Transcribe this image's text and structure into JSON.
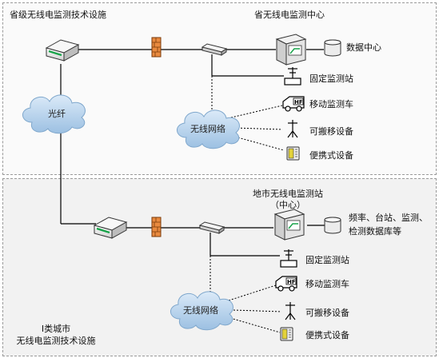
{
  "top": {
    "facility_title": "省级无线电监测技术设施",
    "center_title": "省无线电监测中心",
    "data_center": "数据中心",
    "fiber": "光纤",
    "wireless_network": "无线网络",
    "devices": [
      "固定监测站",
      "移动监测车",
      "可搬移设备",
      "便携式设备"
    ],
    "vehicle_badge": "HF"
  },
  "bottom": {
    "station_title_line1": "地市无线电监测站",
    "station_title_line2": "（中心）",
    "database_line1": "频率、台站、监测、",
    "database_line2": "检测数据库等",
    "wireless_network": "无线网络",
    "devices": [
      "固定监测站",
      "移动监测车",
      "可搬移设备",
      "便携式设备"
    ],
    "vehicle_badge": "HF",
    "facility_title_line1": "I类城市",
    "facility_title_line2": "无线电监测技术设施"
  },
  "colors": {
    "cloud": "#bcd6ee",
    "firewall": "#e07a2e",
    "line": "#000000",
    "panel_border": "#9a9a9a"
  },
  "icons": [
    "router-icon",
    "firewall-icon",
    "switch-icon",
    "server-icon",
    "database-icon",
    "antenna-station-icon",
    "vehicle-icon",
    "portable-antenna-icon",
    "handheld-device-icon",
    "cloud-icon"
  ]
}
